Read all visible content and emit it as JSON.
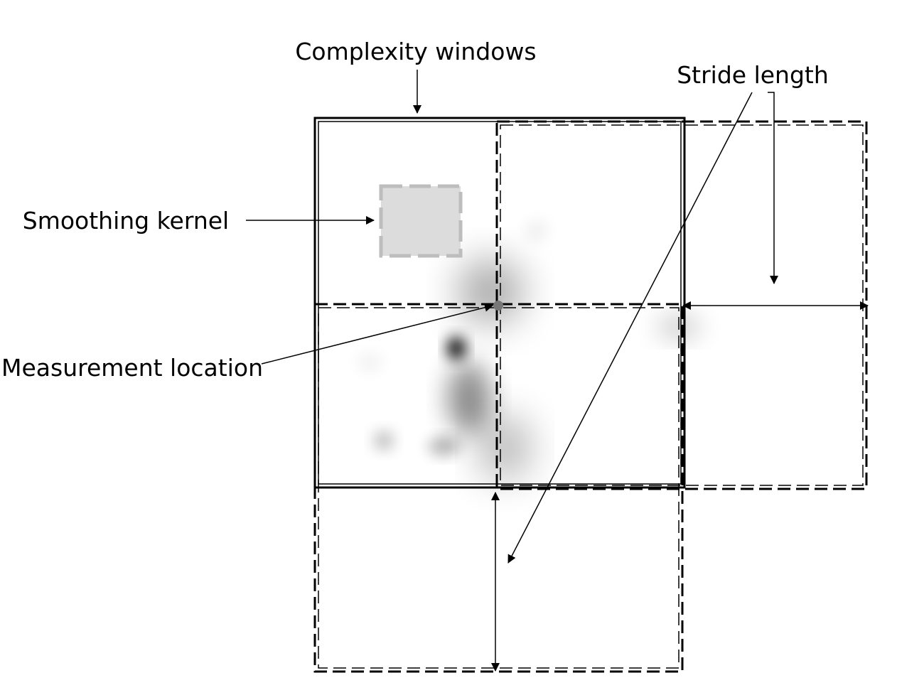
{
  "labels": {
    "complexity_windows": "Complexity windows",
    "stride_length": "Stride length",
    "smoothing_kernel": "Smoothing kernel",
    "measurement_location": "Measurement location"
  },
  "colors": {
    "line": "#000000",
    "kernel_fill": "#dcdcdc",
    "kernel_border": "#bdbdbd",
    "blob": "#000000",
    "measurement_point": "#777777"
  },
  "icons": [
    "arrowhead",
    "double-arrowhead",
    "dot-marker"
  ]
}
